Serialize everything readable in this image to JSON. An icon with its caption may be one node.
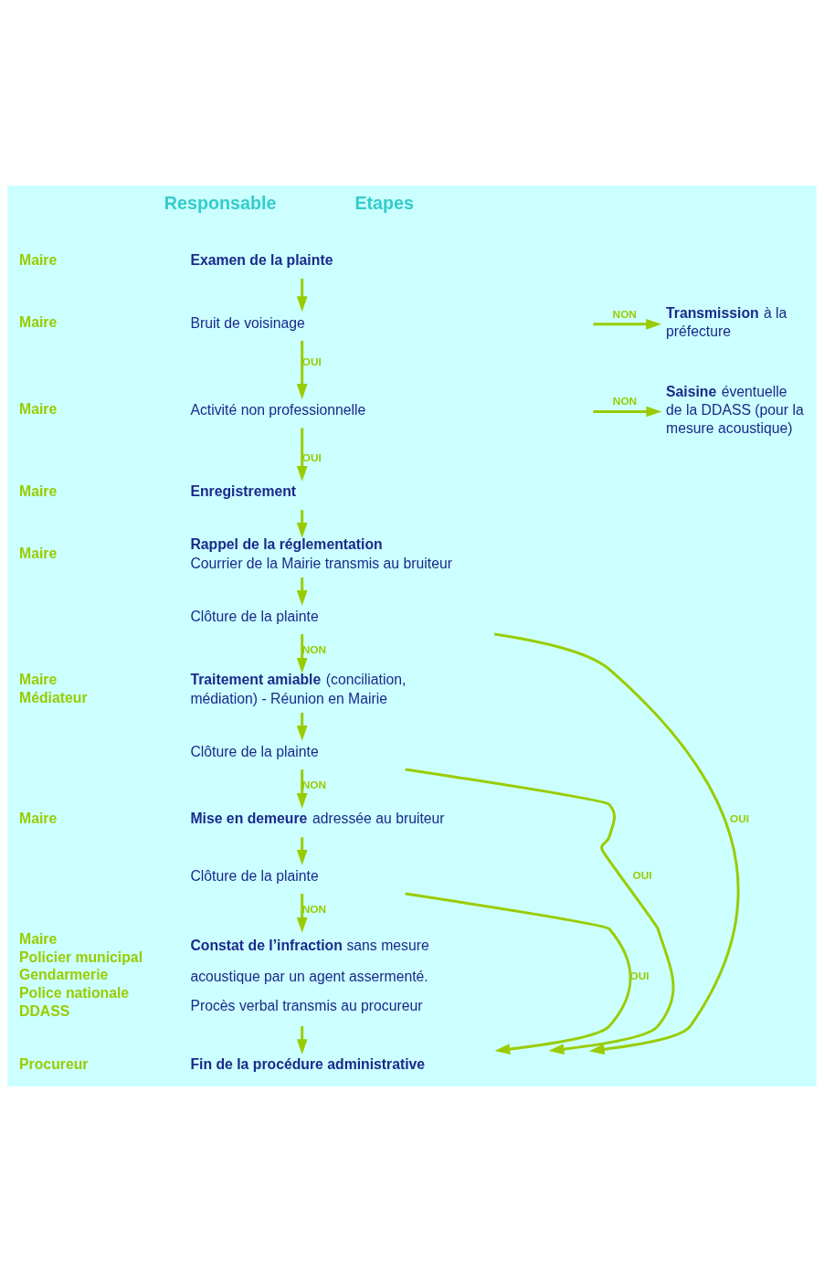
{
  "diagram": {
    "nodes": [
      {
        "text": [
          "Examen de la plainte"
        ],
        "beside": [
          "Maire"
        ]
      },
      {
        "text": [
          "Bruit de voisinage"
        ],
        "beside": [
          "Maire"
        ]
      },
      {
        "text": [
          "**Transmission** à la préfecture"
        ]
      },
      {
        "text": [
          "Activité non professionnelle"
        ],
        "beside": [
          "Maire"
        ]
      },
      {
        "text": [
          "**Saisine** éventuelle de la DDASS (pour la mesure acoustique)"
        ]
      },
      {
        "text": [
          "Enregistrement"
        ],
        "beside": [
          "Maire"
        ]
      },
      {
        "text": [
          "Rappel de la réglementation",
          "Courrier de la Mairie transmis au bruiteur"
        ],
        "beside": [
          "Maire"
        ]
      },
      {
        "text": [
          "Clôture de la plainte"
        ]
      },
      {
        "text": [
          "**Traitement amiable** (conciliation, médiation) - Réunion en Mairie"
        ],
        "beside": [
          "Maire",
          "Médiateur"
        ]
      },
      {
        "text": [
          "Clôture de la plainte"
        ]
      },
      {
        "text": [
          "**Mise en demeure** adressée au bruiteur"
        ],
        "beside": [
          "Maire"
        ]
      },
      {
        "text": [
          "Clôture de la plainte"
        ]
      },
      {
        "text": [
          "**Constat de l’infraction** sans mesure acoustique par un agent assermenté.",
          "Procès verbal transmis au procureur"
        ],
        "beside": [
          "Maire",
          "Policier municipal",
          "Gendarmerie",
          "Police nationale",
          "DDASS"
        ]
      },
      {
        "text": [
          "Fin de la procédure administrative"
        ],
        "beside": [
          "Procureur"
        ]
      }
    ],
    "edges": [
      {
        "from": 0,
        "to": 1,
        "arrow": "to"
      },
      {
        "from": 1,
        "to": 2,
        "arrow": "to",
        "label": "NON"
      },
      {
        "from": 1,
        "to": 3,
        "arrow": "to",
        "label": "OUI"
      },
      {
        "from": 3,
        "to": 4,
        "arrow": "to",
        "label": "NON"
      },
      {
        "from": 3,
        "to": 5,
        "arrow": "to",
        "label": "OUI"
      },
      {
        "from": 5,
        "to": 6,
        "arrow": "to"
      },
      {
        "from": 6,
        "to": 7,
        "arrow": "to"
      },
      {
        "from": 7,
        "to": 13,
        "arrow": "to",
        "label": "OUI"
      },
      {
        "from": 7,
        "to": 8,
        "arrow": "to",
        "label": "NON"
      },
      {
        "from": 8,
        "to": 9,
        "arrow": "to"
      },
      {
        "from": 9,
        "to": 13,
        "arrow": "to",
        "label": "OUI"
      },
      {
        "from": 9,
        "to": 10,
        "arrow": "to",
        "label": "NON"
      },
      {
        "from": 10,
        "to": 11,
        "arrow": "to"
      },
      {
        "from": 11,
        "to": 13,
        "arrow": "to",
        "label": "OUI"
      },
      {
        "from": 11,
        "to": 12,
        "arrow": "to",
        "label": "NON"
      },
      {
        "from": 12,
        "to": 13,
        "arrow": "to"
      }
    ],
    "labels": [
      "Responsable",
      "Etapes"
    ]
  }
}
